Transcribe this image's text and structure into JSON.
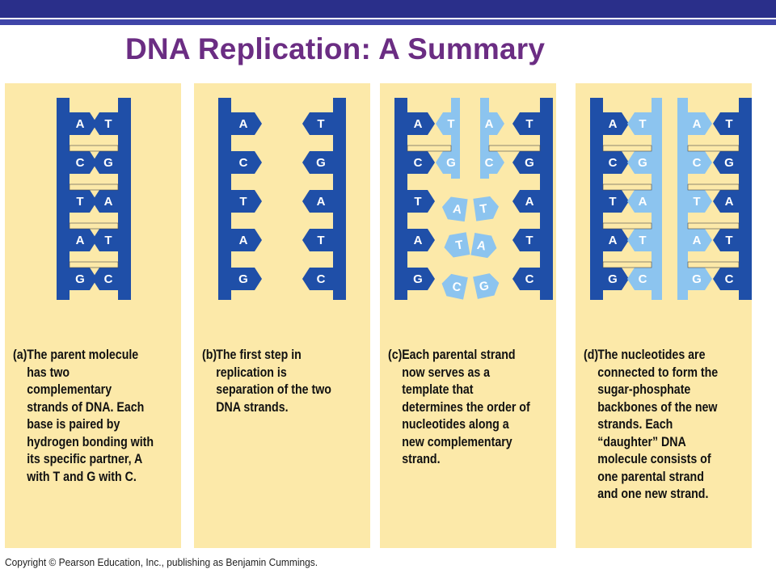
{
  "title": "DNA Replication: A Summary",
  "colors": {
    "header_bar": "#2a2f8a",
    "title": "#6b2d83",
    "panel_background": "#fce9a9",
    "parental_strand": "#1f4fa8",
    "new_strand": "#8cc4ef",
    "hydrogen_bond": "#fce9a9"
  },
  "base_pairs": [
    {
      "left": "A",
      "right": "T"
    },
    {
      "left": "C",
      "right": "G"
    },
    {
      "left": "T",
      "right": "A"
    },
    {
      "left": "A",
      "right": "T"
    },
    {
      "left": "G",
      "right": "C"
    }
  ],
  "panels": [
    {
      "letter": "(a)",
      "caption": "The parent molecule has two complementary strands of DNA. Each base is paired by hydrogen bonding with its specific partner, A with T and G with C."
    },
    {
      "letter": "(b)",
      "caption": "The first step in replication is separation of the two DNA strands."
    },
    {
      "letter": "(c)",
      "caption": "Each parental strand now serves as a template that determines the order of nucleotides along a new complementary strand."
    },
    {
      "letter": "(d)",
      "caption": "The nucleotides are connected to form the sugar-phosphate backbones of the new strands. Each “daughter” DNA molecule consists of one parental strand and one new strand."
    }
  ],
  "copyright": "Copyright © Pearson Education, Inc., publishing as Benjamin Cummings."
}
